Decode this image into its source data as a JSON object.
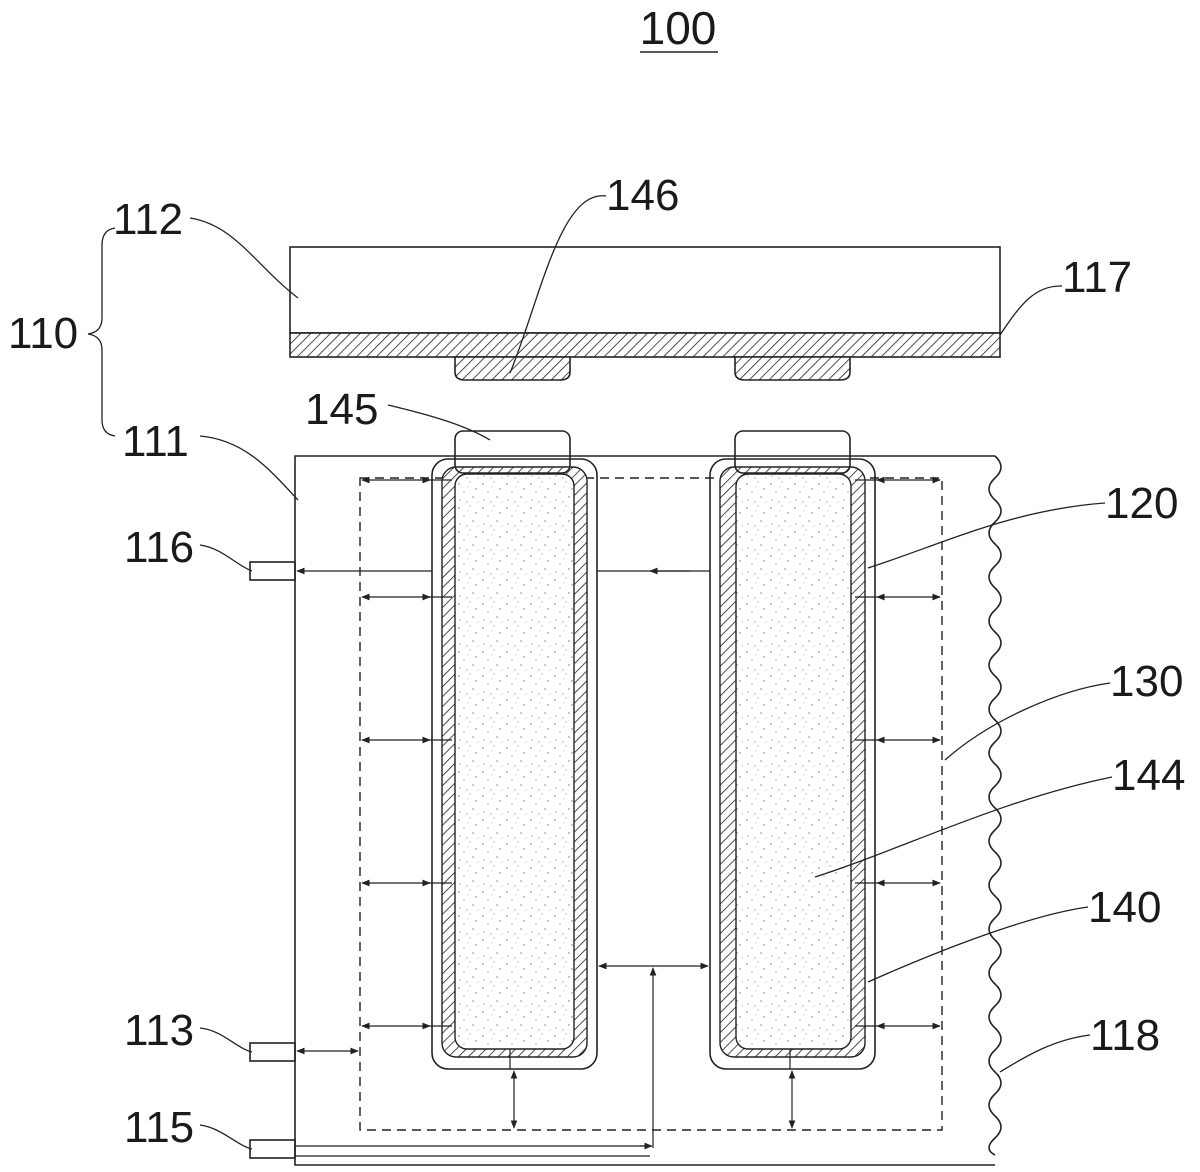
{
  "figure": {
    "title": "100",
    "labels": {
      "l110": "110",
      "l111": "111",
      "l112": "112",
      "l113": "113",
      "l115": "115",
      "l116": "116",
      "l117": "117",
      "l118": "118",
      "l120": "120",
      "l130": "130",
      "l140": "140",
      "l144": "144",
      "l145": "145",
      "l146": "146"
    }
  }
}
